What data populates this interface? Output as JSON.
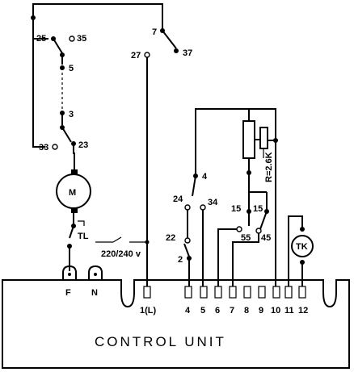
{
  "switch_labels": {
    "t25": "25",
    "t35": "35",
    "t5": "5",
    "t3": "3",
    "t33": "33",
    "t23": "23",
    "t7": "7",
    "t37": "37",
    "t27": "27",
    "t4": "4",
    "t24": "24",
    "t34": "34",
    "t22": "22",
    "t2": "2",
    "t15a": "15",
    "t15b": "15",
    "t55": "55",
    "t45": "45"
  },
  "components": {
    "motor": "M",
    "thermal_limiter": "TL",
    "thermostat": "TK",
    "resistor": "R=2.6K"
  },
  "supply": {
    "voltage": "220/240 v",
    "phase": "F",
    "neutral": "N"
  },
  "control_unit": {
    "title": "CONTROL UNIT",
    "terminals": [
      "1(L)",
      "4",
      "5",
      "6",
      "7",
      "8",
      "9",
      "10",
      "11",
      "12"
    ]
  }
}
